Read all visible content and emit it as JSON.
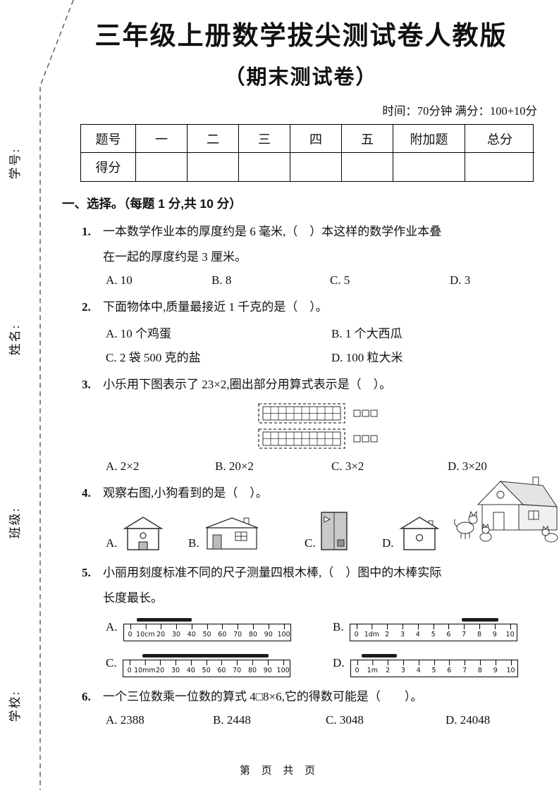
{
  "page": {
    "title": "三年级上册数学拔尖测试卷人教版",
    "subtitle": "（期末测试卷）",
    "meta": "时间：70分钟 满分：100+10分",
    "footer": "第 页 共 页"
  },
  "margin_labels": {
    "student_id": "学号:",
    "student_name": "姓名:",
    "class_name": "班级:",
    "school": "学校:"
  },
  "score_table": {
    "headers": [
      "题号",
      "一",
      "二",
      "三",
      "四",
      "五",
      "附加题",
      "总分"
    ],
    "row_label": "得分"
  },
  "section": {
    "heading": "一、选择。（每题 1 分,共 10 分）",
    "q1": {
      "num": "1.",
      "line1": "一本数学作业本的厚度约是 6 毫米,（　）本这样的数学作业本叠",
      "line2": "在一起的厚度约是 3 厘米。",
      "options": [
        "A. 10",
        "B. 8",
        "C. 5",
        "D. 3"
      ]
    },
    "q2": {
      "num": "2.",
      "text": "下面物体中,质量最接近 1 千克的是（　）。",
      "options": [
        "A. 10 个鸡蛋",
        "B. 1 个大西瓜",
        "C. 2 袋 500 克的盐",
        "D. 100 粒大米"
      ]
    },
    "q3": {
      "num": "3.",
      "text": "小乐用下图表示了 23×2,圈出部分用算式表示是（　）。",
      "options": [
        "A. 2×2",
        "B. 20×2",
        "C. 3×2",
        "D. 3×20"
      ]
    },
    "q4": {
      "num": "4.",
      "text": "观察右图,小狗看到的是（　）。",
      "options": [
        "A.",
        "B.",
        "C.",
        "D."
      ]
    },
    "q5": {
      "num": "5.",
      "line1": "小丽用刻度标准不同的尺子测量四根木棒,（　）图中的木棒实际",
      "line2": "长度最长。",
      "option_labels": [
        "A.",
        "B.",
        "C.",
        "D."
      ],
      "rulers": {
        "A": [
          "0",
          "10cm",
          "20",
          "30",
          "40",
          "50",
          "60",
          "70",
          "80",
          "90",
          "100"
        ],
        "B": [
          "0",
          "1dm",
          "2",
          "3",
          "4",
          "5",
          "6",
          "7",
          "8",
          "9",
          "10"
        ],
        "C": [
          "0",
          "10mm",
          "20",
          "30",
          "40",
          "50",
          "60",
          "70",
          "80",
          "90",
          "100"
        ],
        "D": [
          "0",
          "1m",
          "2",
          "3",
          "4",
          "5",
          "6",
          "7",
          "8",
          "9",
          "10"
        ]
      }
    },
    "q6": {
      "num": "6.",
      "text": "一个三位数乘一位数的算式 4□8×6,它的得数可能是（　　）。",
      "options": [
        "A. 2388",
        "B. 2448",
        "C. 3048",
        "D. 24048"
      ]
    }
  }
}
